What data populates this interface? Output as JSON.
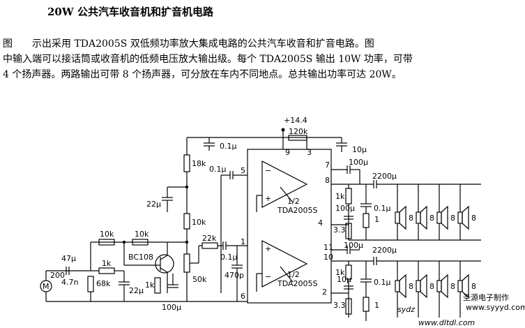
{
  "title": "20W 公共汽车收音机和扩音机电路",
  "description": [
    "图　　示出采用 TDA2005S 双低频功率放大集成电路的公共汽车收音和扩音电路。图",
    "中输入端可以接话筒或收音机的低频电压放大输出级。每个 TDA2005S 输出 10W 功率，可带",
    "4 个扬声器。两路输出可带 8 个扬声器，可分放在车内不同地点。总共输出功率可达 20W。"
  ],
  "schematic": {
    "supply": "+14.4",
    "ic_label": "TDA2005S",
    "half_label": "1/2",
    "transistor": "BC108",
    "pins": [
      "9",
      "3",
      "5",
      "7",
      "8",
      "4",
      "1",
      "11",
      "10",
      "2",
      "6"
    ],
    "resistors": [
      "120k",
      "18k",
      "10k",
      "10k",
      "10k",
      "1k",
      "68k",
      "1k",
      "22k",
      "50k",
      "1k",
      "1",
      "3.3",
      "1k",
      "1",
      "3.3"
    ],
    "capacitors": [
      "0.1μ",
      "10μ",
      "0.1μ",
      "100μ",
      "22μ",
      "47μ",
      "4.7n",
      "22μ",
      "100μ",
      "0.1μ",
      "470p",
      "2200μ",
      "100μ",
      "0.1μ",
      "100μ",
      "2200μ",
      "10μ",
      "0.1μ"
    ],
    "input_label": "200",
    "speaker_label": "8"
  },
  "watermark": {
    "logo": "sydz",
    "cn": "圣源电子制作",
    "url_small": "www.syyyd.com",
    "url": "www.dltdl.com"
  }
}
